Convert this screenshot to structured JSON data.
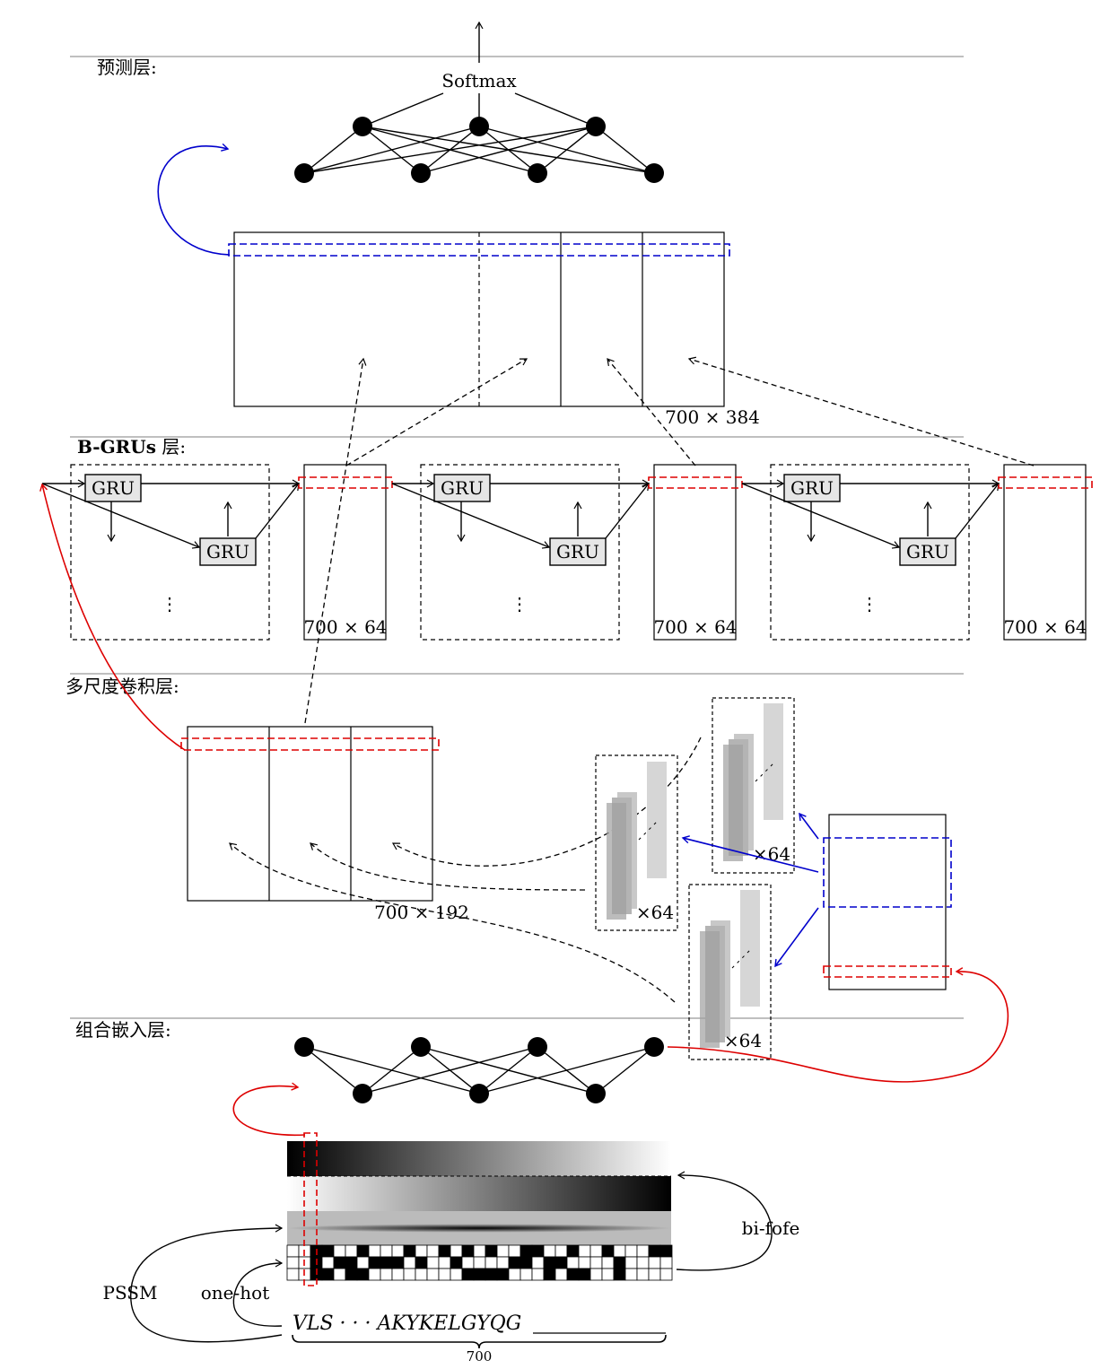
{
  "layers": {
    "prediction": "预测层:",
    "bgru": "B-GRUs 层:",
    "bgru_bold": "B-GRUs",
    "bgru_suffix": " 层:",
    "conv": "多尺度卷积层:",
    "embed": "组合嵌入层:"
  },
  "softmax": "Softmax",
  "gru_label": "GRU",
  "dims": {
    "top_matrix": "700 × 384",
    "bgru_block": "700 × 64",
    "conv_matrix": "700 × 192",
    "filters": "×64"
  },
  "embedding": {
    "pssm": "PSSM",
    "onehot": "one-hot",
    "bifofe": "bi-fofe",
    "sequence": "VLS · · · AKYKELGYQG",
    "length": "700"
  },
  "colors": {
    "blue": "#0000cc",
    "red": "#dd0000",
    "gray_line": "#aaaaaa",
    "filter_gray": "#d6d6d6"
  }
}
